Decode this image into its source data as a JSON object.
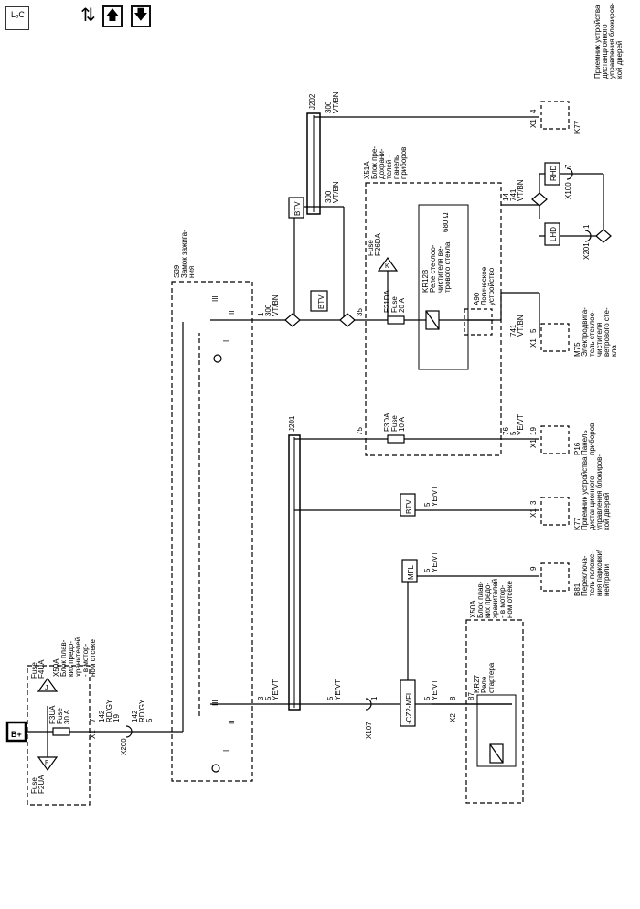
{
  "toolbar": {
    "legend_button": "LₒC",
    "tool_icon": "wire-tool-icon",
    "up_icon": "arrow-up-icon",
    "down_icon": "arrow-down-icon"
  },
  "labels": {
    "bplus": "B+",
    "x50a_top": "X50A",
    "x50a_top_l1": "Блок плав-",
    "x50a_top_l2": "ких предо-",
    "x50a_top_l3": "хранителей",
    "x50a_top_l4": "- в мотор-",
    "x50a_top_l5": "ном отсеке",
    "fuse_f2ua_1": "Fuse",
    "fuse_f2ua_2": "F2UA",
    "fuse_f4ua_1": "Fuse",
    "fuse_f4ua_2": "F4UA",
    "f3ua": "F3UA",
    "f3ua_fuse": "Fuse",
    "f3ua_rating": "30 A",
    "marker_f": "F",
    "marker_j": "J",
    "x1_left": "X1",
    "pin7": "7",
    "wire142_a": "142",
    "wire142_a_color": "RD/GY",
    "pin19": "19",
    "x200": "X200",
    "wire142_b": "142",
    "wire142_b_color": "RD/GY",
    "pin5_b": "5",
    "s39": "S39",
    "s39_l1": "Замок зажига-",
    "s39_l2": "ния",
    "sw_i_top": "I",
    "sw_ii_top": "II",
    "sw_iii_top": "III",
    "sw_i_bot": "I",
    "sw_ii_bot": "II",
    "sw_iii_bot": "III",
    "pin1_ign": "1",
    "pin3_ign": "3",
    "wire300_a": "300",
    "wire300_a_color": "VT/BN",
    "wire5_ign": "5",
    "wire5_ign_color": "YE/VT",
    "btv": "BTV",
    "btv_mid": "BTV",
    "btv_low": "BTV",
    "mfl": "MFL",
    "cz2_mfl": "-CZ2-MFL",
    "pin35": "35",
    "pin75": "75",
    "pin76": "76",
    "pin14": "14",
    "j202": "J202",
    "j201": "J201",
    "wire300_b": "300",
    "wire300_b_color": "VT/BN",
    "wire300_c": "300",
    "wire300_c_color": "VT/BN",
    "x51a": "X51A",
    "x51a_l1": "Блок пре-",
    "x51a_l2": "дохрани-",
    "x51a_l3": "телей -",
    "x51a_l4": "панель",
    "x51a_l5": "приборов",
    "marker_k": "K",
    "f26da_1": "Fuse",
    "f26da_2": "F26DA",
    "f21da": "F21DA",
    "f21da_fuse": "Fuse",
    "f21da_rating": "20 A",
    "f3da": "F3DA",
    "f3da_fuse": "Fuse",
    "f3da_rating": "10 A",
    "kr12b": "KR12B",
    "kr12b_l1": "Реле стеклоо-",
    "kr12b_l2": "чистителя ве-",
    "kr12b_l3": "трового стекла",
    "res680": "680 Ω",
    "a90": "A90",
    "a90_l1": "Логическое",
    "a90_l2": "устройство",
    "wire741_a": "741",
    "wire741_a_color": "VT/BN",
    "wire741_b": "741",
    "wire741_b_color": "VT/BN",
    "rhd": "RHD",
    "lhd": "LHD",
    "x100": "X100",
    "pin7_x100": "7",
    "x201": "X201",
    "pin1_x201": "1",
    "x1_k77_top": "X1",
    "pin4_k77": "4",
    "k77_top": "K77",
    "k77_top_l1": "Приемник устройства",
    "k77_top_l2": "дистанционного",
    "k77_top_l3": "управления блокиров-",
    "k77_top_l4": "кой дверей",
    "x1_m75": "X1",
    "pin5_m75": "5",
    "m75": "M75",
    "m75_l1": "Электродвига-",
    "m75_l2": "тель стеклоо-",
    "m75_l3": "чистителя",
    "m75_l4": "ветрового сте-",
    "m75_l5": "кла",
    "wire5_p16": "5",
    "wire5_p16_color": "YE/VT",
    "x1_p16": "X1",
    "pin19_p16": "19",
    "p16": "P16",
    "p16_l1": "Панель",
    "p16_l2": "приборов",
    "wire5_k77b": "5",
    "wire5_k77b_color": "YE/VT",
    "x1_k77b": "X1",
    "pin3_k77b": "3",
    "k77_bot": "K77",
    "k77_bot_l1": "Приемник устройства",
    "k77_bot_l2": "дистанционного",
    "k77_bot_l3": "управления блокиров-",
    "k77_bot_l4": "кой дверей",
    "wire5_b81": "5",
    "wire5_b81_color": "YE/VT",
    "pin9_b81": "9",
    "b81": "B81",
    "b81_l1": "Переключа-",
    "b81_l2": "тель положе-",
    "b81_l3": "ния парковки/",
    "b81_l4": "нейтрали",
    "wire5_x107": "5",
    "wire5_x107_color": "YE/VT",
    "x107": "X107",
    "pin1_x107": "1",
    "wire5_kr27": "5",
    "wire5_kr27_color": "YE/VT",
    "x2": "X2",
    "pin8": "8",
    "pin87": "87",
    "x50a_bot": "X50A",
    "x50a_bot_l1": "Блок плав-",
    "x50a_bot_l2": "ких предо-",
    "x50a_bot_l3": "хранителей",
    "x50a_bot_l4": "- в мотор-",
    "x50a_bot_l5": "ном отсеке",
    "kr27": "KR27",
    "kr27_l1": "Реле",
    "kr27_l2": "стартера"
  }
}
